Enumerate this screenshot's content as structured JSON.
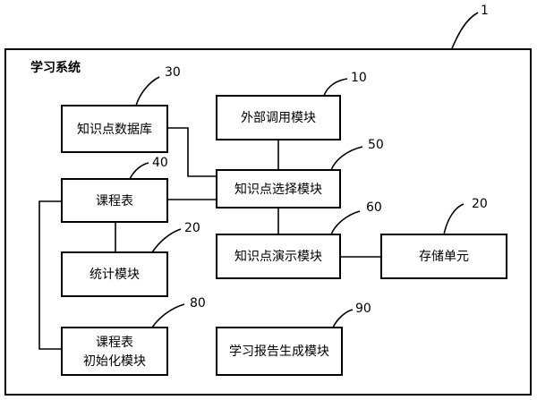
{
  "system": {
    "label": "学习系统",
    "ref": "1"
  },
  "modules": {
    "kb": {
      "lines": [
        "知识点数据库"
      ],
      "ref": "30"
    },
    "external": {
      "lines": [
        "外部调用模块"
      ],
      "ref": "10"
    },
    "selector": {
      "lines": [
        "知识点选择模块"
      ],
      "ref": "50"
    },
    "schedule": {
      "lines": [
        "课程表"
      ],
      "ref": "40"
    },
    "stats": {
      "lines": [
        "统计模块"
      ],
      "ref": "20"
    },
    "demo": {
      "lines": [
        "知识点演示模块"
      ],
      "ref": "60"
    },
    "storage": {
      "lines": [
        "存储单元"
      ],
      "ref": "20"
    },
    "init": {
      "lines": [
        "课程表",
        "初始化模块"
      ],
      "ref": "80"
    },
    "report": {
      "lines": [
        "学习报告生成模块"
      ],
      "ref": "90"
    }
  }
}
